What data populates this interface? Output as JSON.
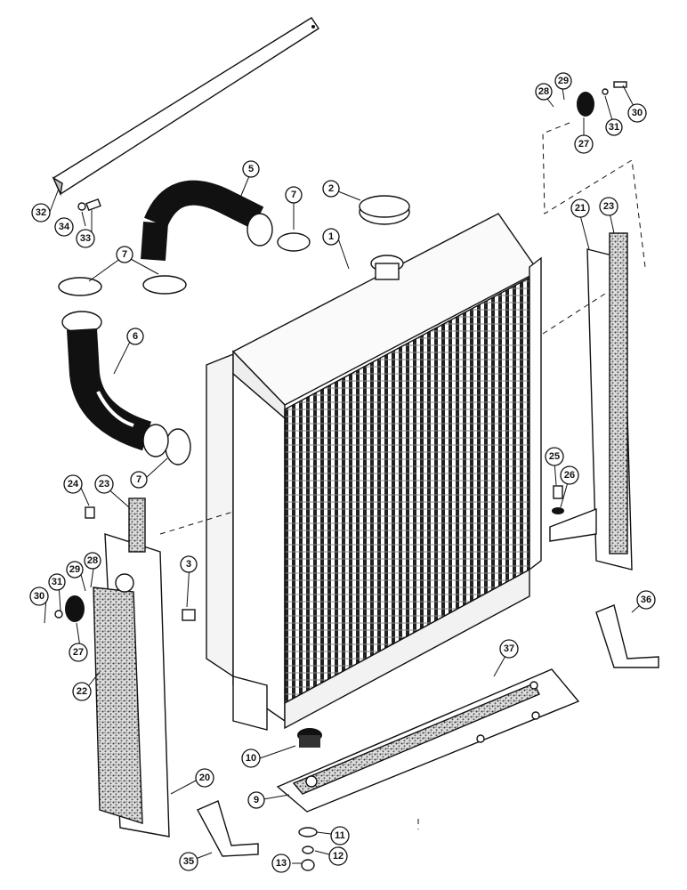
{
  "diagram": {
    "callouts": [
      {
        "id": "c1",
        "label": "1"
      },
      {
        "id": "c2",
        "label": "2"
      },
      {
        "id": "c3",
        "label": "3"
      },
      {
        "id": "c5",
        "label": "5"
      },
      {
        "id": "c6",
        "label": "6"
      },
      {
        "id": "c7a",
        "label": "7"
      },
      {
        "id": "c7b",
        "label": "7"
      },
      {
        "id": "c7c",
        "label": "7"
      },
      {
        "id": "c9",
        "label": "9"
      },
      {
        "id": "c10",
        "label": "10"
      },
      {
        "id": "c11",
        "label": "11"
      },
      {
        "id": "c12",
        "label": "12"
      },
      {
        "id": "c13",
        "label": "13"
      },
      {
        "id": "c20",
        "label": "20"
      },
      {
        "id": "c21",
        "label": "21"
      },
      {
        "id": "c22",
        "label": "22"
      },
      {
        "id": "c23a",
        "label": "23"
      },
      {
        "id": "c23b",
        "label": "23"
      },
      {
        "id": "c24",
        "label": "24"
      },
      {
        "id": "c25",
        "label": "25"
      },
      {
        "id": "c26",
        "label": "26"
      },
      {
        "id": "c27a",
        "label": "27"
      },
      {
        "id": "c27b",
        "label": "27"
      },
      {
        "id": "c28a",
        "label": "28"
      },
      {
        "id": "c28b",
        "label": "28"
      },
      {
        "id": "c29a",
        "label": "29"
      },
      {
        "id": "c29b",
        "label": "29"
      },
      {
        "id": "c30a",
        "label": "30"
      },
      {
        "id": "c30b",
        "label": "30"
      },
      {
        "id": "c31a",
        "label": "31"
      },
      {
        "id": "c31b",
        "label": "31"
      },
      {
        "id": "c32",
        "label": "32"
      },
      {
        "id": "c33",
        "label": "33"
      },
      {
        "id": "c34",
        "label": "34"
      },
      {
        "id": "c35",
        "label": "35"
      },
      {
        "id": "c36",
        "label": "36"
      },
      {
        "id": "c37",
        "label": "37"
      }
    ]
  }
}
